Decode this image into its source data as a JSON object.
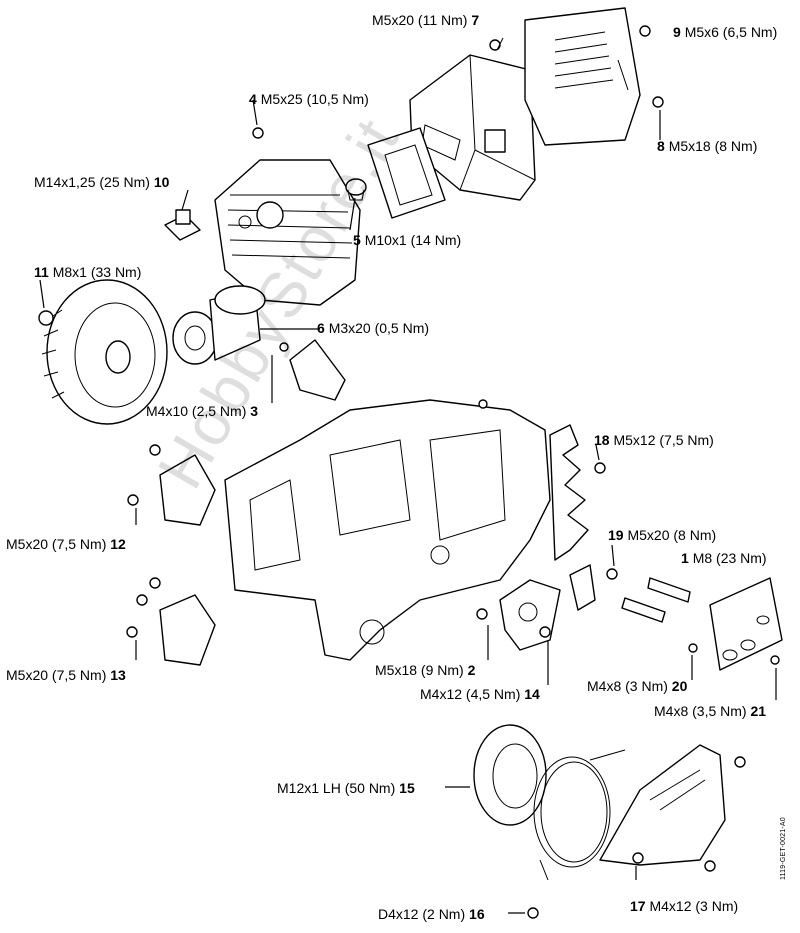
{
  "labels": {
    "l7": {
      "num": "7",
      "text": "M5x20 (11 Nm)"
    },
    "l9": {
      "num": "9",
      "text": "M5x6 (6,5 Nm)"
    },
    "l4": {
      "num": "4",
      "text": "M5x25 (10,5 Nm)"
    },
    "l8": {
      "num": "8",
      "text": "M5x18 (8 Nm)"
    },
    "l10": {
      "num": "10",
      "text": "M14x1,25 (25 Nm)"
    },
    "l5": {
      "num": "5",
      "text": "M10x1 (14 Nm)"
    },
    "l11": {
      "num": "11",
      "text": "M8x1 (33 Nm)"
    },
    "l6": {
      "num": "6",
      "text": "M3x20 (0,5 Nm)"
    },
    "l3": {
      "num": "3",
      "text": "M4x10 (2,5 Nm)"
    },
    "l18": {
      "num": "18",
      "text": "M5x12 (7,5 Nm)"
    },
    "l12": {
      "num": "12",
      "text": "M5x20 (7,5 Nm)"
    },
    "l19": {
      "num": "19",
      "text": "M5x20 (8 Nm)"
    },
    "l1": {
      "num": "1",
      "text": "M8 (23 Nm)"
    },
    "l13": {
      "num": "13",
      "text": "M5x20 (7,5 Nm)"
    },
    "l2": {
      "num": "2",
      "text": "M5x18 (9 Nm)"
    },
    "l14": {
      "num": "14",
      "text": "M4x12 (4,5 Nm)"
    },
    "l20": {
      "num": "20",
      "text": "M4x8 (3 Nm)"
    },
    "l21": {
      "num": "21",
      "text": "M4x8 (3,5 Nm)"
    },
    "l15": {
      "num": "15",
      "text": "M12x1 LH (50 Nm)"
    },
    "l17": {
      "num": "17",
      "text": "M4x12 (3 Nm)"
    },
    "l16": {
      "num": "16",
      "text": "D4x12 (2 Nm)"
    }
  },
  "drawing_code": "1119-GET-0021-A0",
  "watermark": "HobbyStore.it"
}
